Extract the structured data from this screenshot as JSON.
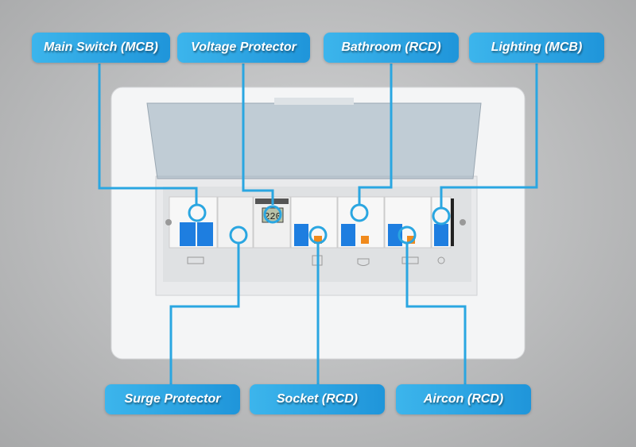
{
  "labels": {
    "main_switch": "Main Switch (MCB)",
    "voltage_protector": "Voltage Protector",
    "bathroom": "Bathroom (RCD)",
    "lighting": "Lighting (MCB)",
    "surge_protector": "Surge Protector",
    "socket": "Socket (RCD)",
    "aircon": "Aircon (RCD)"
  },
  "voltage_display": "220",
  "colors": {
    "accent": "#2aa6e1",
    "breaker_blue": "#1e7ee0",
    "rcd_test": "#f08a1c"
  }
}
